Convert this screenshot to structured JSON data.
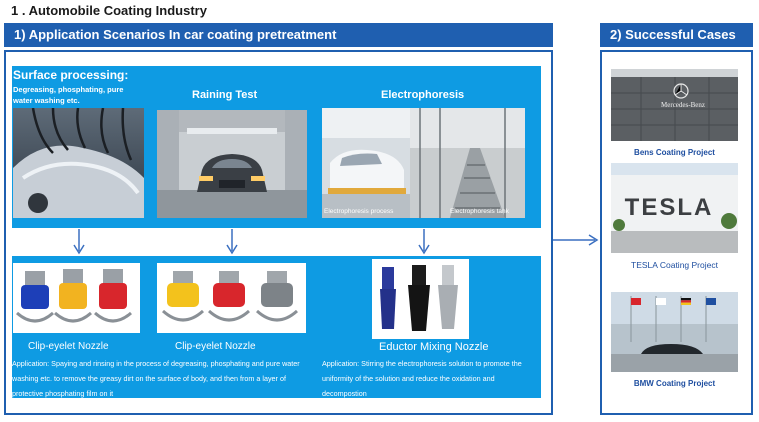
{
  "page_title": "1 . Automobile Coating Industry",
  "left_header": "1)  Application Scenarios In car coating pretreatment",
  "right_header": "2)  Successful Cases",
  "scenarios": {
    "surface_title": "Surface processing:",
    "surface_subtitle": "Degreasing,  phosphating, pure water washing etc.",
    "raining_title": "Raining Test",
    "electro_title": "Electrophoresis",
    "electro_caption_1": "Electrophoresis process",
    "electro_caption_2": "Electrophoresis tank"
  },
  "nozzles": {
    "nozzle_1": "Clip-eyelet Nozzle",
    "nozzle_2": "Clip-eyelet Nozzle",
    "nozzle_3": "Eductor Mixing Nozzle"
  },
  "applications": {
    "app_1": "Application: Spaying and rinsing in the process of degreasing,  phosphating and pure water washing etc.  to remove the greasy dirt on the surface of body, and then from a layer of protective phosphating film on it",
    "app_2": "Application:  Stirring the electrophoresis solution to promote the uniformity of the solution and reduce the oxidation and decompostion"
  },
  "cases": {
    "bens": "Bens Coating Project",
    "tesla": "TESLA Coating Project",
    "bmw": "BMW Coating Project",
    "bens_sign": "Mercedes-Benz",
    "tesla_sign": "TESLA"
  },
  "colors": {
    "header_blue": "#1f5fb0",
    "panel_blue": "#0e9be3",
    "arrow_blue": "#3a6fc0"
  }
}
